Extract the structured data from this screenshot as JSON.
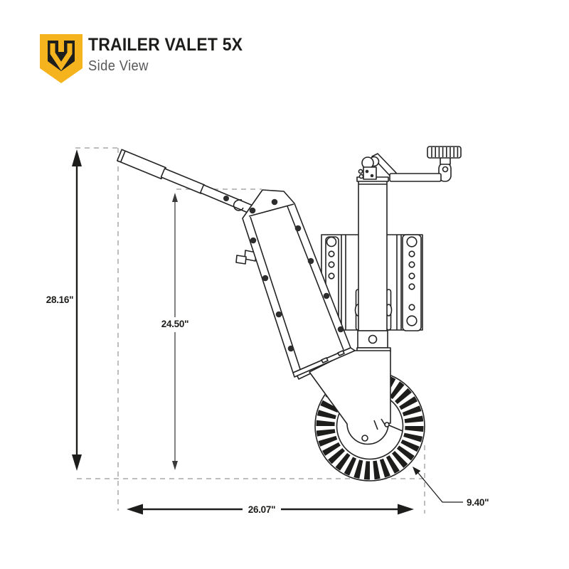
{
  "header": {
    "brand": "TRAILER VALET 5X",
    "subtitle": "Side View"
  },
  "logo": {
    "shield_color": "#F5B41E",
    "emblem_color": "#1E1E1C"
  },
  "diagram": {
    "dimensions": {
      "overall_height": "28.16\"",
      "frame_height": "24.50\"",
      "overall_length": "26.07\"",
      "wheel_diameter": "9.40\""
    }
  },
  "colors": {
    "line": "#232323",
    "dash": "#A8A8A8",
    "dimension_text": "#1D1D1B",
    "subtitle_text": "#58585A",
    "background": "#FFFFFF"
  }
}
